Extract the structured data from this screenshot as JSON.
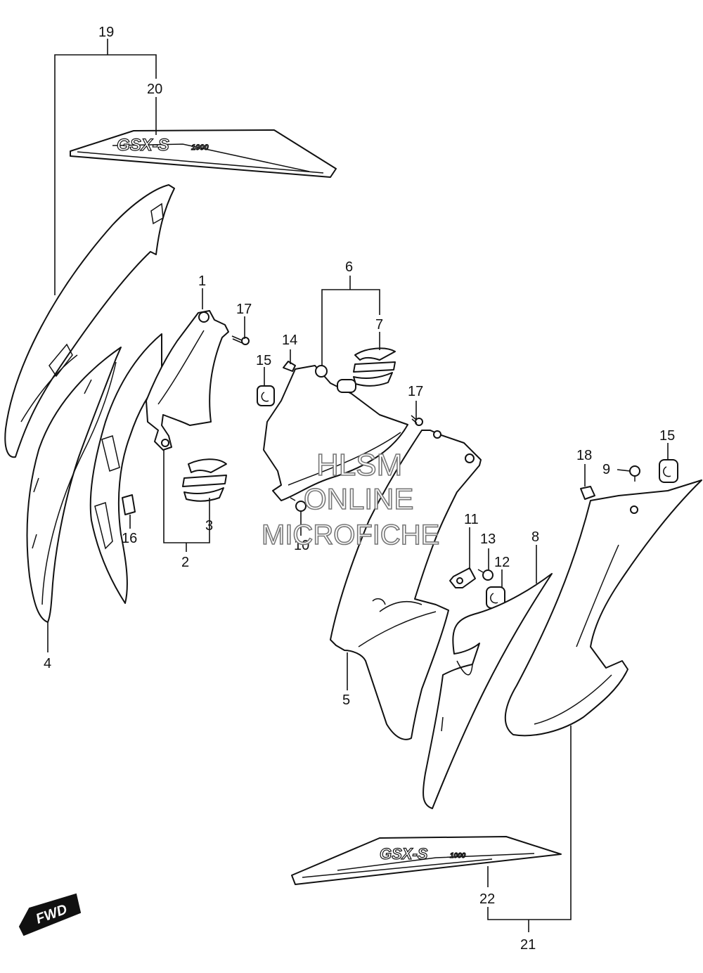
{
  "callouts": {
    "c1": "1",
    "c2": "2",
    "c3": "3",
    "c4": "4",
    "c5": "5",
    "c6": "6",
    "c7": "7",
    "c8": "8",
    "c9": "9",
    "c10": "10",
    "c11": "11",
    "c12": "12",
    "c13": "13",
    "c14": "14",
    "c15a": "15",
    "c15b": "15",
    "c16": "16",
    "c17a": "17",
    "c17b": "17",
    "c18": "18",
    "c19": "19",
    "c20": "20",
    "c21": "21",
    "c22": "22"
  },
  "watermark": {
    "line1": "HLSM",
    "line2": "ONLINE",
    "line3": "MICROFICHE"
  },
  "decal_logo": {
    "brand": "GSX-S",
    "model": "1000"
  },
  "direction_badge": {
    "label": "FWD"
  },
  "colors": {
    "line": "#111111",
    "background": "#ffffff",
    "watermark_stroke": "#777777"
  }
}
